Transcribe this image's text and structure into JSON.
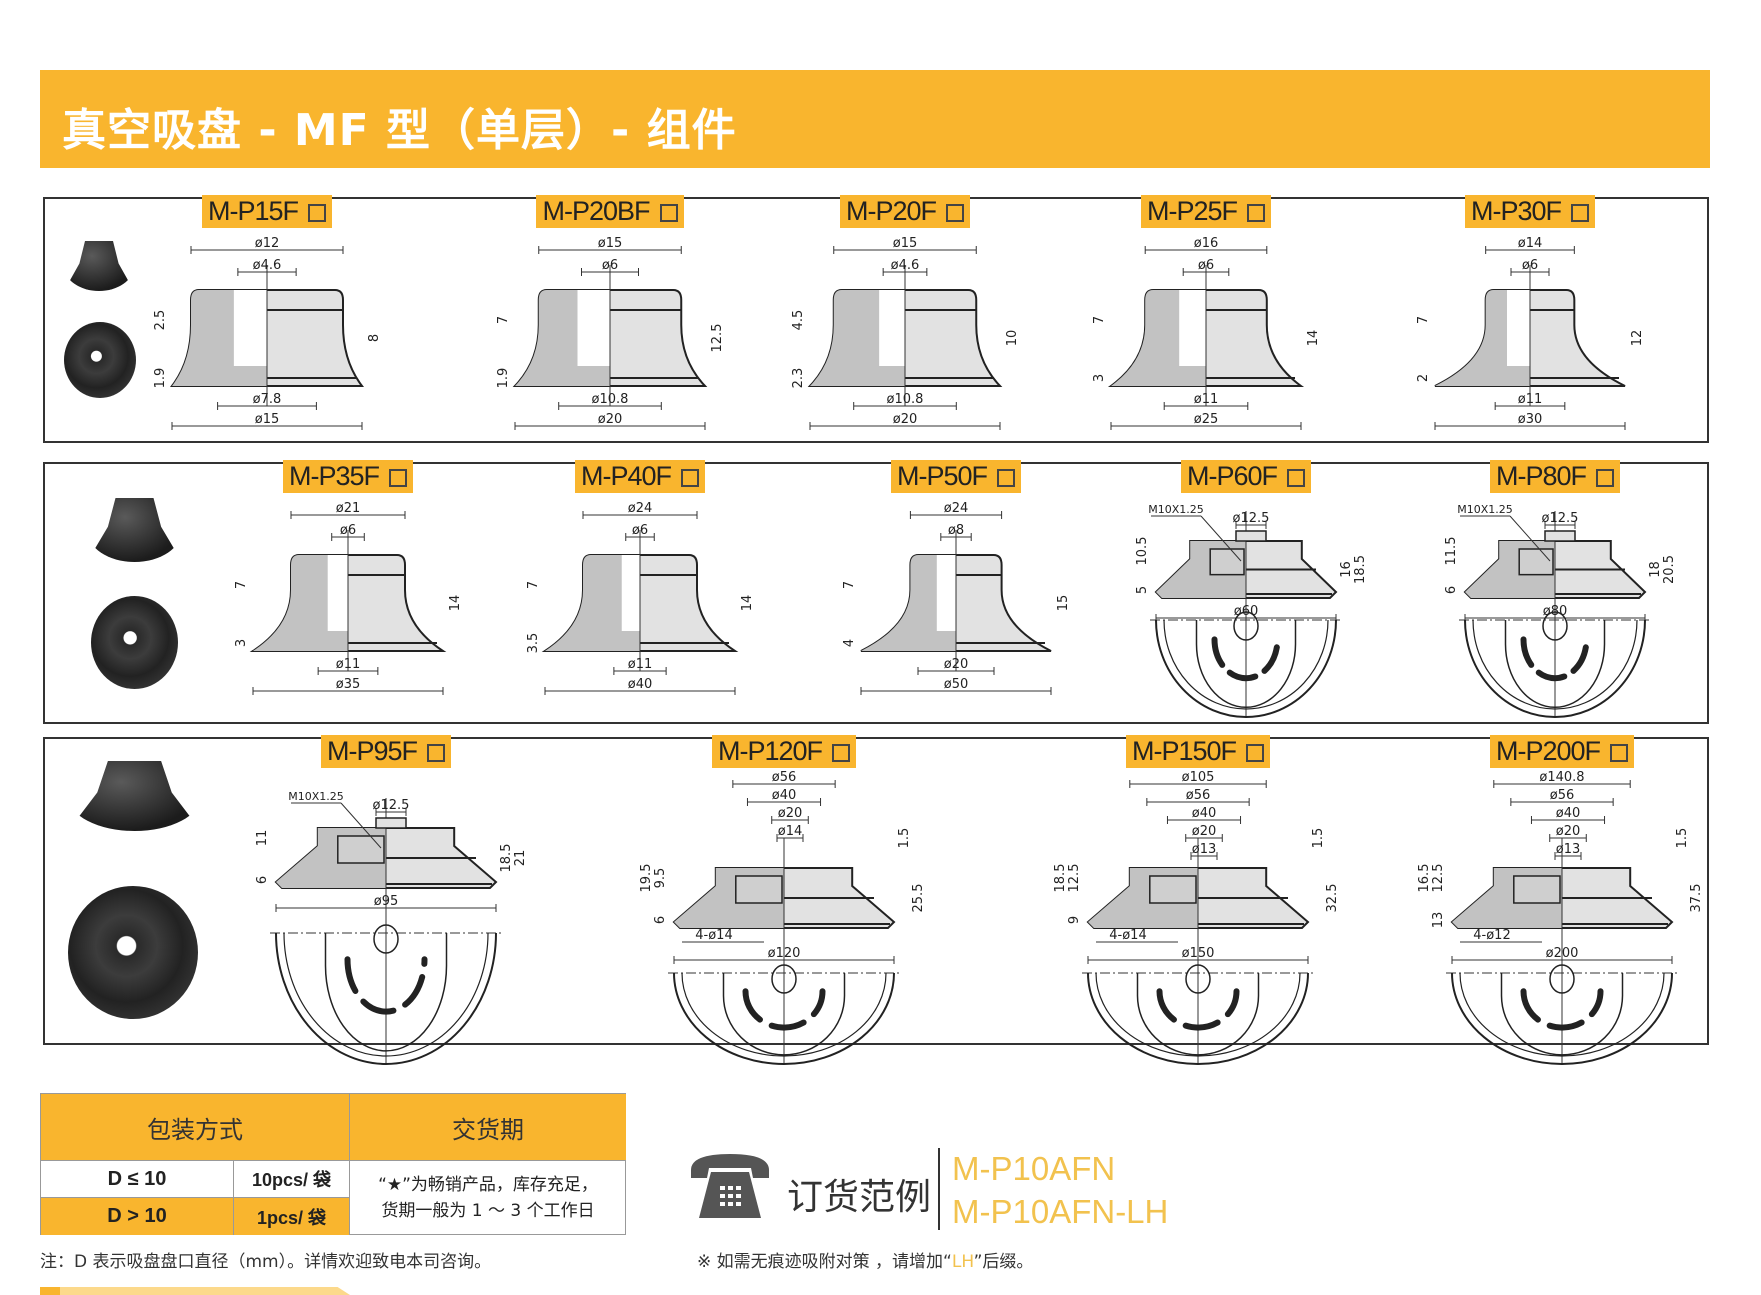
{
  "title": "真空吸盘 - MF 型（单层）- 组件",
  "rows": [
    {
      "cards": [
        {
          "model": "M-P15F",
          "kind": "small",
          "top": [
            "ø12",
            "ø4.6"
          ],
          "bottom": [
            "ø7.8",
            "ø15"
          ],
          "left": [
            "2.5",
            "1.9"
          ],
          "right": [
            "8"
          ]
        },
        {
          "model": "M-P20BF",
          "kind": "small",
          "top": [
            "ø15",
            "ø6"
          ],
          "bottom": [
            "ø10.8",
            "ø20"
          ],
          "left": [
            "7",
            "1.9"
          ],
          "right": [
            "12.5"
          ]
        },
        {
          "model": "M-P20F",
          "kind": "small",
          "top": [
            "ø15",
            "ø4.6"
          ],
          "bottom": [
            "ø10.8",
            "ø20"
          ],
          "left": [
            "4.5",
            "2.3"
          ],
          "right": [
            "10"
          ]
        },
        {
          "model": "M-P25F",
          "kind": "small",
          "top": [
            "ø16",
            "ø6"
          ],
          "bottom": [
            "ø11",
            "ø25"
          ],
          "left": [
            "7",
            "3"
          ],
          "right": [
            "14"
          ]
        },
        {
          "model": "M-P30F",
          "kind": "small",
          "top": [
            "ø14",
            "ø6"
          ],
          "bottom": [
            "ø11",
            "ø30"
          ],
          "left": [
            "7",
            "2"
          ],
          "right": [
            "12"
          ]
        }
      ]
    },
    {
      "cards": [
        {
          "model": "M-P35F",
          "kind": "small",
          "top": [
            "ø21",
            "ø6"
          ],
          "bottom": [
            "ø11",
            "ø35"
          ],
          "left": [
            "7",
            "3"
          ],
          "right": [
            "14"
          ]
        },
        {
          "model": "M-P40F",
          "kind": "small",
          "top": [
            "ø24",
            "ø6"
          ],
          "bottom": [
            "ø11",
            "ø40"
          ],
          "left": [
            "7",
            "3.5"
          ],
          "right": [
            "14"
          ]
        },
        {
          "model": "M-P50F",
          "kind": "small",
          "top": [
            "ø24",
            "ø8"
          ],
          "bottom": [
            "ø20",
            "ø50"
          ],
          "left": [
            "7",
            "4"
          ],
          "right": [
            "15"
          ]
        },
        {
          "model": "M-P60F",
          "kind": "large",
          "thread": "M10X1.25",
          "top": [
            "ø12.5"
          ],
          "bottom": [
            "ø60"
          ],
          "left": [
            "10.5",
            "5"
          ],
          "right": [
            "16",
            "18.5"
          ]
        },
        {
          "model": "M-P80F",
          "kind": "large",
          "thread": "M10X1.25",
          "top": [
            "ø12.5"
          ],
          "bottom": [
            "ø80"
          ],
          "left": [
            "11.5",
            "6"
          ],
          "right": [
            "18",
            "20.5"
          ]
        }
      ]
    },
    {
      "cards": [
        {
          "model": "M-P95F",
          "kind": "xl",
          "thread": "M10X1.25",
          "top": [
            "ø12.5"
          ],
          "bottom": [
            "ø95"
          ],
          "left": [
            "11",
            "6"
          ],
          "right": [
            "18.5",
            "21"
          ]
        },
        {
          "model": "M-P120F",
          "kind": "xl",
          "top": [
            "ø56",
            "ø40",
            "ø20",
            "ø14"
          ],
          "bottom": [
            "4-ø14",
            "ø120"
          ],
          "left": [
            "19.5",
            "9.5",
            "6"
          ],
          "right": [
            "1.5",
            "25.5"
          ]
        },
        {
          "model": "M-P150F",
          "kind": "xl",
          "top": [
            "ø105",
            "ø56",
            "ø40",
            "ø20",
            "ø13"
          ],
          "bottom": [
            "4-ø14",
            "ø150"
          ],
          "left": [
            "18.5",
            "12.5",
            "9"
          ],
          "right": [
            "1.5",
            "32.5"
          ]
        },
        {
          "model": "M-P200F",
          "kind": "xl",
          "top": [
            "ø140.8",
            "ø56",
            "ø40",
            "ø20",
            "ø13"
          ],
          "bottom": [
            "4-ø12",
            "ø200"
          ],
          "left": [
            "16.5",
            "12.5",
            "13"
          ],
          "right": [
            "1.5",
            "37.5"
          ]
        }
      ]
    }
  ],
  "packaging": {
    "headers": [
      "包装方式",
      "交货期"
    ],
    "rows": [
      {
        "d": "D ≤ 10",
        "qty": "10pcs/ 袋"
      },
      {
        "d": "D > 10",
        "qty": "1pcs/ 袋"
      }
    ],
    "delivery_line1": "“★”为畅销产品，库存充足，",
    "delivery_line2": "货期一般为 1 ～ 3 个工作日",
    "note": "注：D 表示吸盘盘口直径（mm）。详情欢迎致电本司咨询。"
  },
  "order": {
    "icon": "telephone-icon",
    "label": "订货范例",
    "examples": [
      "M-P10AFN",
      "M-P10AFN-LH"
    ],
    "tip_prefix": "※ 如需无痕迹吸附对策 ，请增加“",
    "tip_highlight": "LH",
    "tip_suffix": "”后缀。"
  },
  "colors": {
    "accent": "#F9B52E",
    "example_text": "#F2C24E"
  }
}
